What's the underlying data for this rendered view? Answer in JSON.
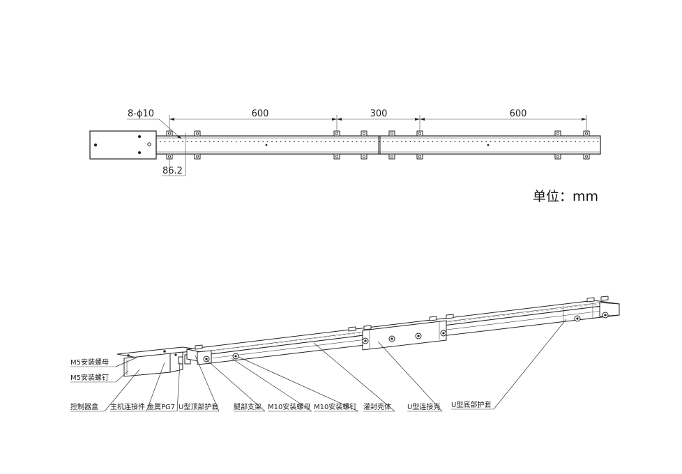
{
  "top_view": {
    "dims": {
      "holes": "8-ϕ10",
      "left_span": "600",
      "middle_span": "300",
      "right_span": "600",
      "edge_offset": "86.2"
    },
    "unit_label": "单位：mm"
  },
  "iso_view": {
    "labels": [
      "M5安装螺母",
      "M5安装螺钉",
      "控制器盒",
      "主机连接件",
      "金属PG7",
      "U型顶部护套",
      "腿部支架",
      "M10安装螺母",
      "M10安装螺钉",
      "灌封壳体",
      "U型连接壳",
      "U型底部护套"
    ]
  },
  "colors": {
    "line": "#222222",
    "background": "#ffffff"
  }
}
